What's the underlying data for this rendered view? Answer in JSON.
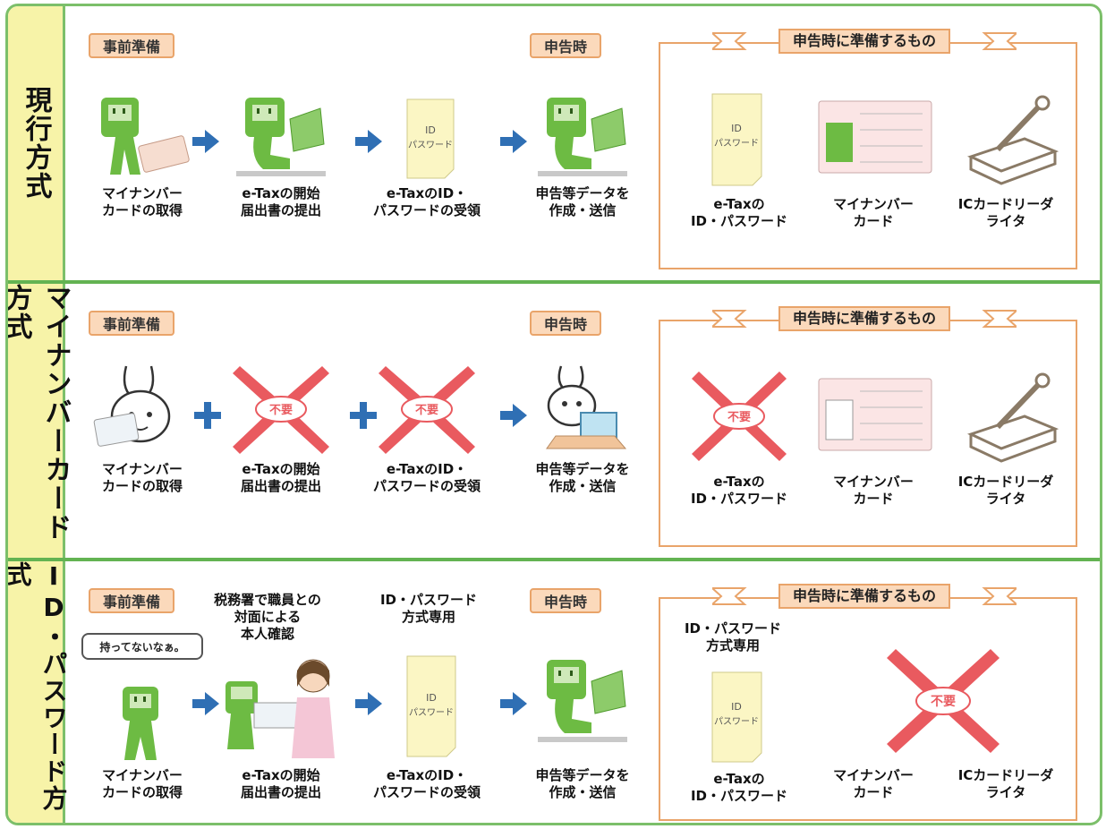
{
  "colors": {
    "frame": "#7cbf6a",
    "side_bg": "#f7f3a8",
    "tag_bg": "#fbd9bb",
    "tag_border": "#e9a46a",
    "arrow": "#2f6fb4",
    "cross": "#e95a5f",
    "mascot": "#6dbb43"
  },
  "sections": [
    {
      "side_label": "現行方式",
      "prep_label": "事前準備",
      "filing_label": "申告時",
      "steps": [
        {
          "caption": "マイナンバー\nカードの取得"
        },
        {
          "caption": "e-Taxの開始\n届出書の提出"
        },
        {
          "caption": "e-TaxのID・\nパスワードの受領"
        },
        {
          "caption": "申告等データを\n作成・送信"
        }
      ],
      "box_title": "申告時に準備するもの",
      "box_items": [
        {
          "caption": "e-Taxの\nID・パスワード"
        },
        {
          "caption": "マイナンバー\nカード"
        },
        {
          "caption": "ICカードリーダ\nライタ"
        }
      ]
    },
    {
      "side_label": "マイナンバーカード方式",
      "prep_label": "事前準備",
      "filing_label": "申告時",
      "steps": [
        {
          "caption": "マイナンバー\nカードの取得"
        },
        {
          "caption": "e-Taxの開始\n届出書の提出"
        },
        {
          "caption": "e-TaxのID・\nパスワードの受領"
        },
        {
          "caption": "申告等データを\n作成・送信"
        }
      ],
      "box_title": "申告時に準備するもの",
      "box_items": [
        {
          "caption": "e-Taxの\nID・パスワード"
        },
        {
          "caption": "マイナンバー\nカード"
        },
        {
          "caption": "ICカードリーダ\nライタ"
        }
      ]
    },
    {
      "side_label": "ID・パスワード方式",
      "prep_label": "事前準備",
      "filing_label": "申告時",
      "bubble": "持ってないなぁ。",
      "note_office": "税務署で職員との\n対面による\n本人確認",
      "note_id_only": "ID・パスワード\n方式専用",
      "box_note": "ID・パスワード\n方式専用",
      "steps": [
        {
          "caption": "マイナンバー\nカードの取得"
        },
        {
          "caption": "e-Taxの開始\n届出書の提出"
        },
        {
          "caption": "e-TaxのID・\nパスワードの受領"
        },
        {
          "caption": "申告等データを\n作成・送信"
        }
      ],
      "box_title": "申告時に準備するもの",
      "box_items": [
        {
          "caption": "e-Taxの\nID・パスワード"
        },
        {
          "caption": "マイナンバー\nカード"
        },
        {
          "caption": "ICカードリーダ\nライタ"
        }
      ]
    }
  ],
  "icons": {
    "doc_line1": "ID",
    "doc_line2": "パスワード",
    "unnecessary": "不要"
  }
}
